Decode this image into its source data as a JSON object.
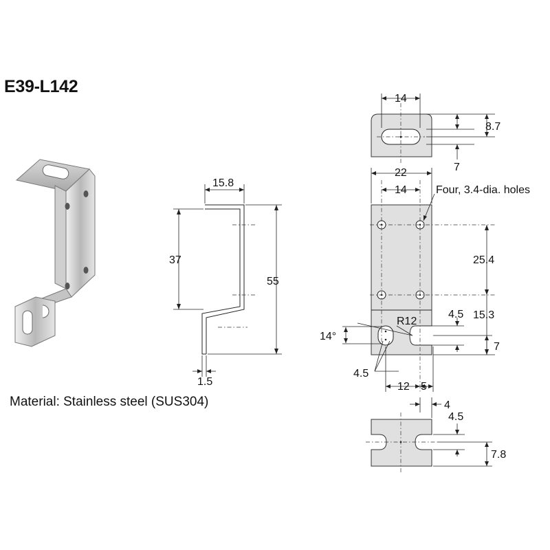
{
  "title": "E39-L142",
  "material": "Material: Stainless steel (SUS304)",
  "side_view": {
    "width_top": "15.8",
    "height_upper": "37",
    "height_total": "55",
    "thickness": "1.5"
  },
  "top_view": {
    "width": "14",
    "offset_a": "8.7",
    "offset_b": "7"
  },
  "front_view": {
    "width_total": "22",
    "hole_pitch_x": "14",
    "holes_note": "Four, 3.4-dia. holes",
    "hole_pitch_y": "25.4",
    "bottom_to_hole": "15.3",
    "slot_width": "4.5",
    "radius": "R12",
    "angle": "14°",
    "bottom_offset": "7",
    "slot_dia": "4.5",
    "dist_12": "12",
    "dist_5": "5"
  },
  "bottom_view": {
    "notch_width": "4",
    "notch_height": "4.5",
    "height": "7.8"
  }
}
